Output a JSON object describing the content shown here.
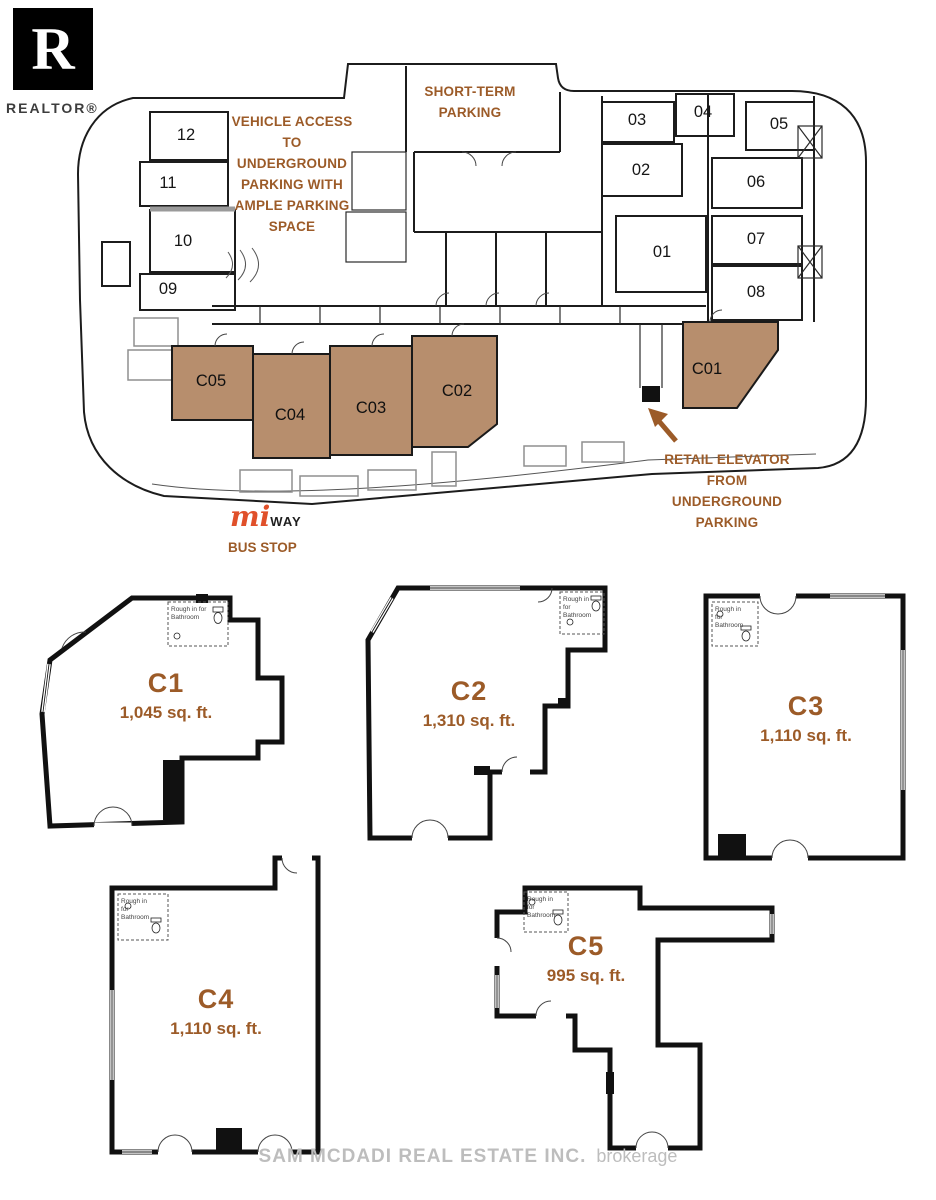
{
  "page": {
    "watermark_primary": "SAM MCDADI REAL ESTATE INC.",
    "watermark_secondary": "brokerage"
  },
  "branding": {
    "logo_letter": "R",
    "logo_text": "REALTOR®"
  },
  "site_plan": {
    "notes": {
      "vehicle_access": "VEHICLE ACCESS TO UNDERGROUND PARKING WITH AMPLE PARKING SPACE",
      "short_term_parking": "SHORT-TERM PARKING",
      "retail_elevator": "RETAIL ELEVATOR FROM UNDERGROUND PARKING",
      "bus_brand_mi": "mi",
      "bus_brand_way": "WAY",
      "bus_stop": "BUS STOP"
    },
    "residential_units": [
      "01",
      "02",
      "03",
      "04",
      "05",
      "06",
      "07",
      "08",
      "09",
      "10",
      "11",
      "12"
    ],
    "retail_units": [
      "C01",
      "C02",
      "C03",
      "C04",
      "C05"
    ]
  },
  "floor_plans": [
    {
      "label": "C1",
      "area": "1,045 sq. ft.",
      "bathroom_note": "Rough in for Bathroom"
    },
    {
      "label": "C2",
      "area": "1,310 sq. ft.",
      "bathroom_note": "Rough in for Bathroom"
    },
    {
      "label": "C3",
      "area": "1,110 sq. ft.",
      "bathroom_note": "Rough in for Bathroom"
    },
    {
      "label": "C4",
      "area": "1,110 sq. ft.",
      "bathroom_note": "Rough in for Bathroom"
    },
    {
      "label": "C5",
      "area": "995 sq. ft.",
      "bathroom_note": "Rough in for Bathroom"
    }
  ],
  "colors": {
    "retail_fill": "#b78e6d",
    "annotation_brown": "#9c5b28",
    "mi_orange": "#e0502a",
    "watermark_gray": "#bdbdbd"
  }
}
